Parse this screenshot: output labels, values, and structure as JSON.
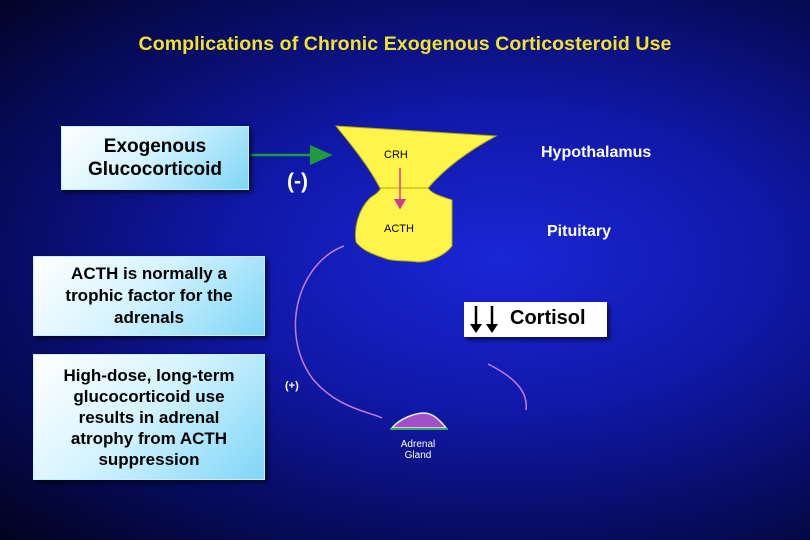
{
  "title": "Complications of Chronic Exogenous Corticosteroid Use",
  "boxes": {
    "exogenous": [
      "Exogenous",
      "Glucocorticoid"
    ],
    "trophic": [
      "ACTH is normally a",
      "trophic factor for the",
      "adrenals"
    ],
    "atrophy": [
      "High-dose, long-term",
      "glucocorticoid use",
      "results in adrenal",
      "atrophy from ACTH",
      "suppression"
    ]
  },
  "labels": {
    "negative_feedback": "(-)",
    "positive_stimulus": "(+)",
    "crh": "CRH",
    "acth": "ACTH",
    "hypothalamus": "Hypothalamus",
    "pituitary": "Pituitary",
    "cortisol": "Cortisol",
    "adrenal_gland": [
      "Adrenal",
      "Gland"
    ]
  },
  "colors": {
    "title": "#f2e22a",
    "hypothalamus_pituitary": "#fff44a",
    "arrow_green": "#1f9a3c",
    "curve_purple": "#c77ad9",
    "adrenal": "#a34fc8"
  }
}
